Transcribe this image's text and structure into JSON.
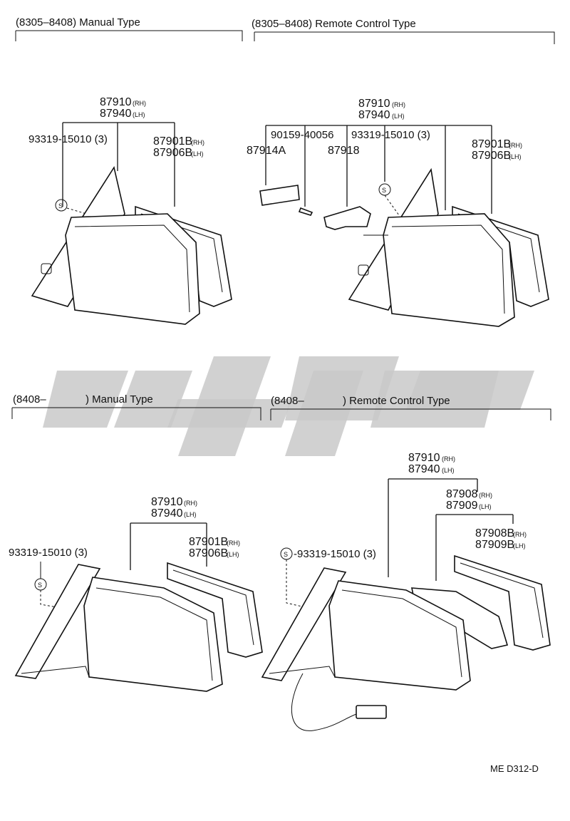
{
  "sections": [
    {
      "id": "s1",
      "title": "(8305–8408) Manual Type",
      "parts": {
        "assy": {
          "no": "87910",
          "side": "(RH)",
          "no2": "87940",
          "side2": "(LH)"
        },
        "screw": "93319-15010 (3)",
        "mirror": {
          "no": "87901B",
          "side": "(RH)",
          "no2": "87906B",
          "side2": "(LH)"
        }
      }
    },
    {
      "id": "s2",
      "title": "(8305–8408) Remote Control Type",
      "parts": {
        "assy": {
          "no": "87910",
          "side": "(RH)",
          "no2": "87940",
          "side2": "(LH)"
        },
        "bolt": "90159-40056",
        "screw": "93319-15010 (3)",
        "knob": "87914A",
        "lever": "87918",
        "mirror": {
          "no": "87901B",
          "side": "(RH)",
          "no2": "87906B",
          "side2": "(LH)"
        }
      }
    },
    {
      "id": "s3",
      "title_start": "(8408–",
      "title_end": ") Manual Type",
      "parts": {
        "assy": {
          "no": "87910",
          "side": "(RH)",
          "no2": "87940",
          "side2": "(LH)"
        },
        "screw": "93319-15010 (3)",
        "mirror": {
          "no": "87901B",
          "side": "(RH)",
          "no2": "87906B",
          "side2": "(LH)"
        }
      }
    },
    {
      "id": "s4",
      "title_start": "(8408–",
      "title_end": ") Remote Control Type",
      "parts": {
        "assy": {
          "no": "87910",
          "side": "(RH)",
          "no2": "87940",
          "side2": "(LH)"
        },
        "screw": "-93319-15010 (3)",
        "motor": {
          "no": "87908",
          "side": "(RH)",
          "no2": "87909",
          "side2": "(LH)"
        },
        "mirror": {
          "no": "87908B",
          "side": "(RH)",
          "no2": "87909B",
          "side2": "(LH)"
        }
      }
    }
  ],
  "screw_symbol": "S",
  "diagram_code": "ME D312-D"
}
